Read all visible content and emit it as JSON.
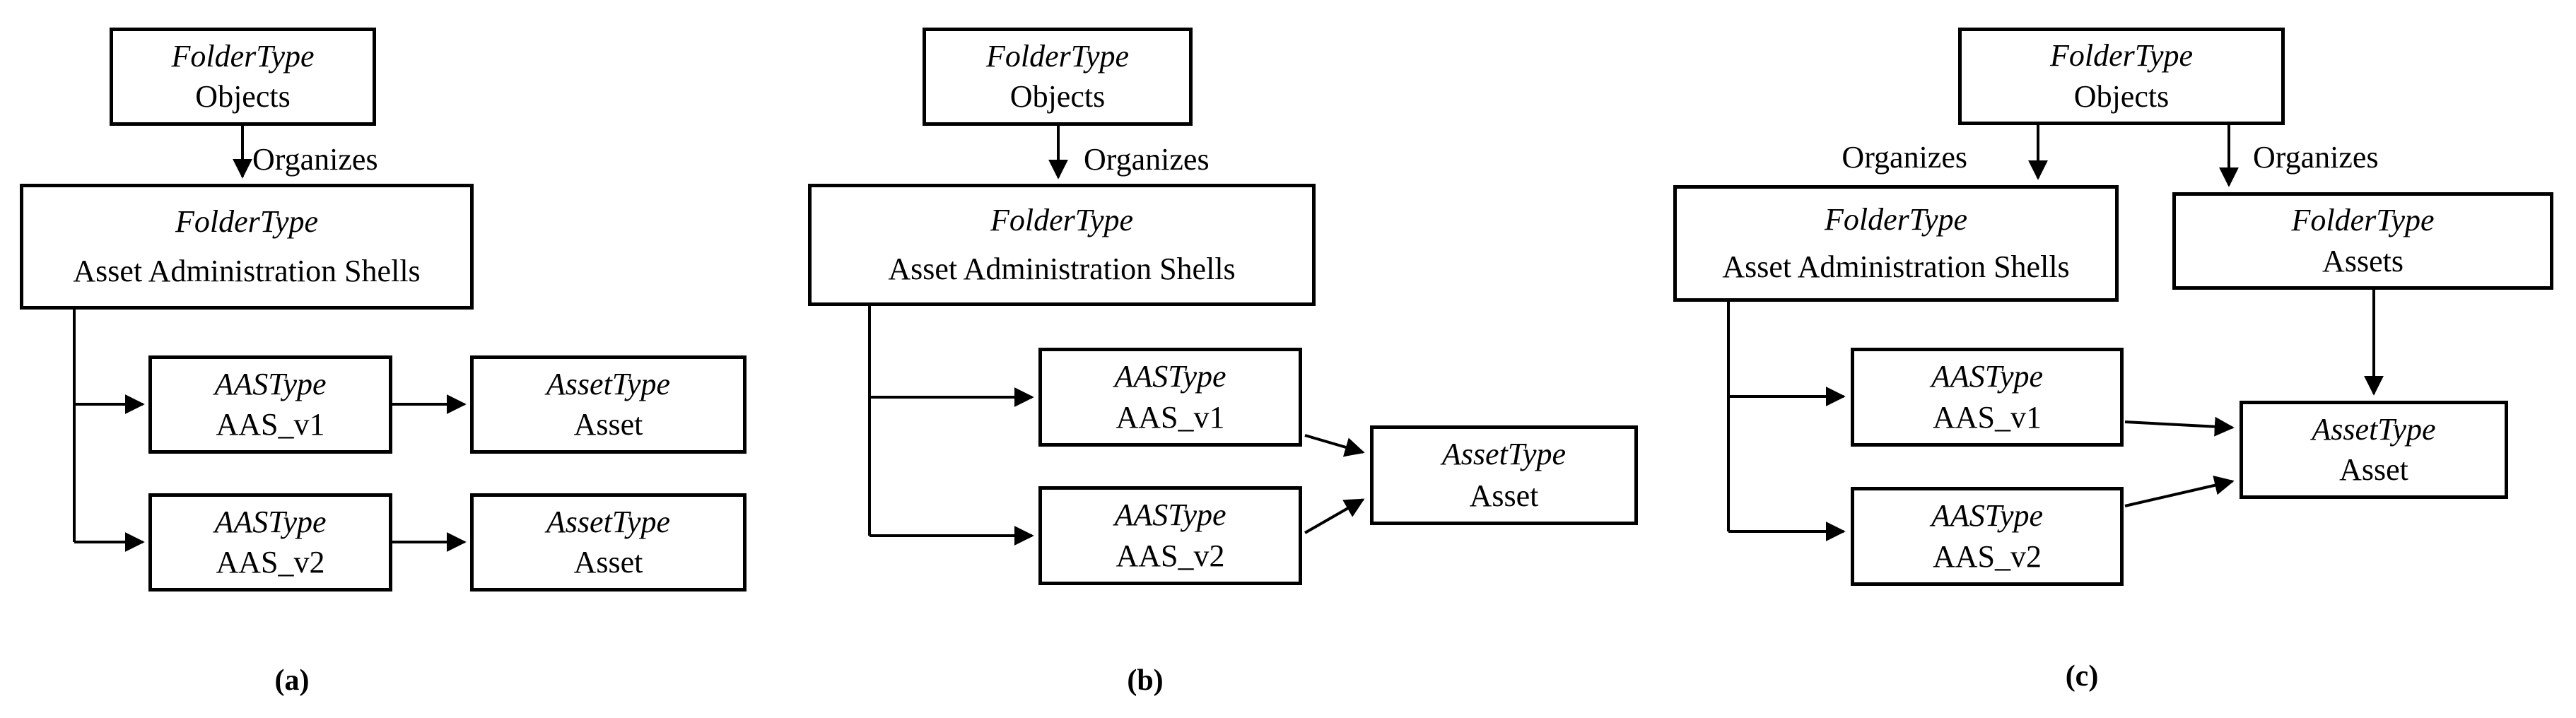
{
  "diagrams": [
    {
      "caption": "(a)",
      "edge_labels": {
        "organizes": "Organizes"
      },
      "nodes": {
        "objects": {
          "type": "FolderType",
          "name": "Objects"
        },
        "aas_folder": {
          "type": "FolderType",
          "name": "Asset Administration Shells"
        },
        "aas_v1": {
          "type": "AASType",
          "name": "AAS_v1"
        },
        "aas_v2": {
          "type": "AASType",
          "name": "AAS_v2"
        },
        "asset_1": {
          "type": "AssetType",
          "name": "Asset"
        },
        "asset_2": {
          "type": "AssetType",
          "name": "Asset"
        }
      }
    },
    {
      "caption": "(b)",
      "edge_labels": {
        "organizes": "Organizes"
      },
      "nodes": {
        "objects": {
          "type": "FolderType",
          "name": "Objects"
        },
        "aas_folder": {
          "type": "FolderType",
          "name": "Asset Administration Shells"
        },
        "aas_v1": {
          "type": "AASType",
          "name": "AAS_v1"
        },
        "aas_v2": {
          "type": "AASType",
          "name": "AAS_v2"
        },
        "asset": {
          "type": "AssetType",
          "name": "Asset"
        }
      }
    },
    {
      "caption": "(c)",
      "edge_labels": {
        "organizes_left": "Organizes",
        "organizes_right": "Organizes"
      },
      "nodes": {
        "objects": {
          "type": "FolderType",
          "name": "Objects"
        },
        "aas_folder": {
          "type": "FolderType",
          "name": "Asset Administration Shells"
        },
        "assets_folder": {
          "type": "FolderType",
          "name": "Assets"
        },
        "aas_v1": {
          "type": "AASType",
          "name": "AAS_v1"
        },
        "aas_v2": {
          "type": "AASType",
          "name": "AAS_v2"
        },
        "asset": {
          "type": "AssetType",
          "name": "Asset"
        }
      }
    }
  ]
}
